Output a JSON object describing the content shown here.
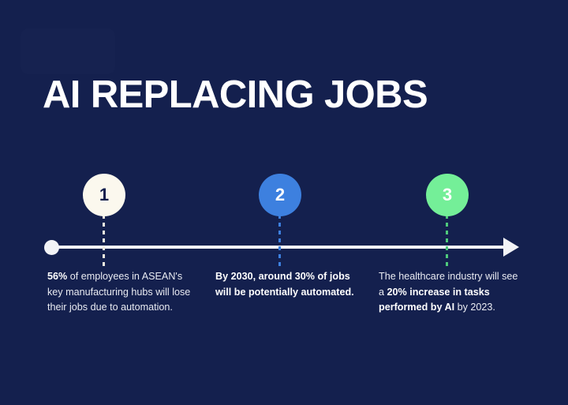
{
  "background_color": "#14204e",
  "header": {
    "title": "AI REPLACING JOBS"
  },
  "timeline": {
    "start_marker": "start-dot",
    "end_marker": "arrow-head",
    "axis_color": "#f2f3f7",
    "markers": [
      {
        "number": "1",
        "circle_color": "#fbf8ee",
        "number_color": "#14204e",
        "connector_color": "#f0ece0"
      },
      {
        "number": "2",
        "circle_color": "#3d80df",
        "number_color": "#ffffff",
        "connector_color": "#3d80df"
      },
      {
        "number": "3",
        "circle_color": "#74ef98",
        "number_color": "#ffffff",
        "connector_color": "#4fca7c"
      }
    ]
  },
  "captions": [
    {
      "id": "caption-1",
      "emphasis_lead": "56%",
      "rest": " of employees in ASEAN's key manufacturing hubs will lose their jobs due to automation.",
      "full_text": "56% of employees in ASEAN's key manufacturing hubs will lose their jobs due to automation."
    },
    {
      "id": "caption-2",
      "full_text": "By 2030, around 30% of jobs will be potentially automated."
    },
    {
      "id": "caption-3",
      "part_1": "The healthcare industry will see a ",
      "emphasis": "20% increase in tasks performed by AI",
      "part_2": " by 2023.",
      "full_text": "The healthcare industry will see a 20% increase in tasks performed by AI by 2023."
    }
  ]
}
